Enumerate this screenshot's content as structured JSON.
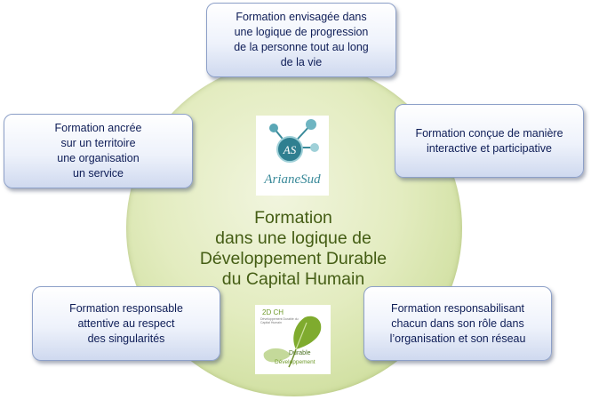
{
  "center": {
    "title_lines": [
      "Formation",
      "dans une logique de",
      "Développement Durable",
      "du Capital Humain"
    ]
  },
  "cards": {
    "top": "Formation envisagée  dans\nune logique de progression\nde la personne tout au long\nde la vie",
    "left": "Formation ancrée\nsur un territoire\nune organisation\nun service",
    "right": "Formation conçue de manière\ninteractive et participative",
    "bottom_left": "Formation responsable\nattentive au respect\ndes singularités",
    "bottom_right": "Formation responsabilisant\nchacun dans son rôle dans\nl’organisation et son réseau"
  },
  "logos": {
    "ariane": {
      "monogram": "AS",
      "brand": "ArianeSud"
    },
    "dch": {
      "code": "2D CH",
      "small_text": "Développement Durable du Capital Humain",
      "durable": "Durable",
      "developpement": "Développement"
    }
  },
  "colors": {
    "card_text": "#0e1d57",
    "center_text": "#445d14",
    "circle": "#dfe8b8",
    "card_border": "#8da0c8"
  }
}
